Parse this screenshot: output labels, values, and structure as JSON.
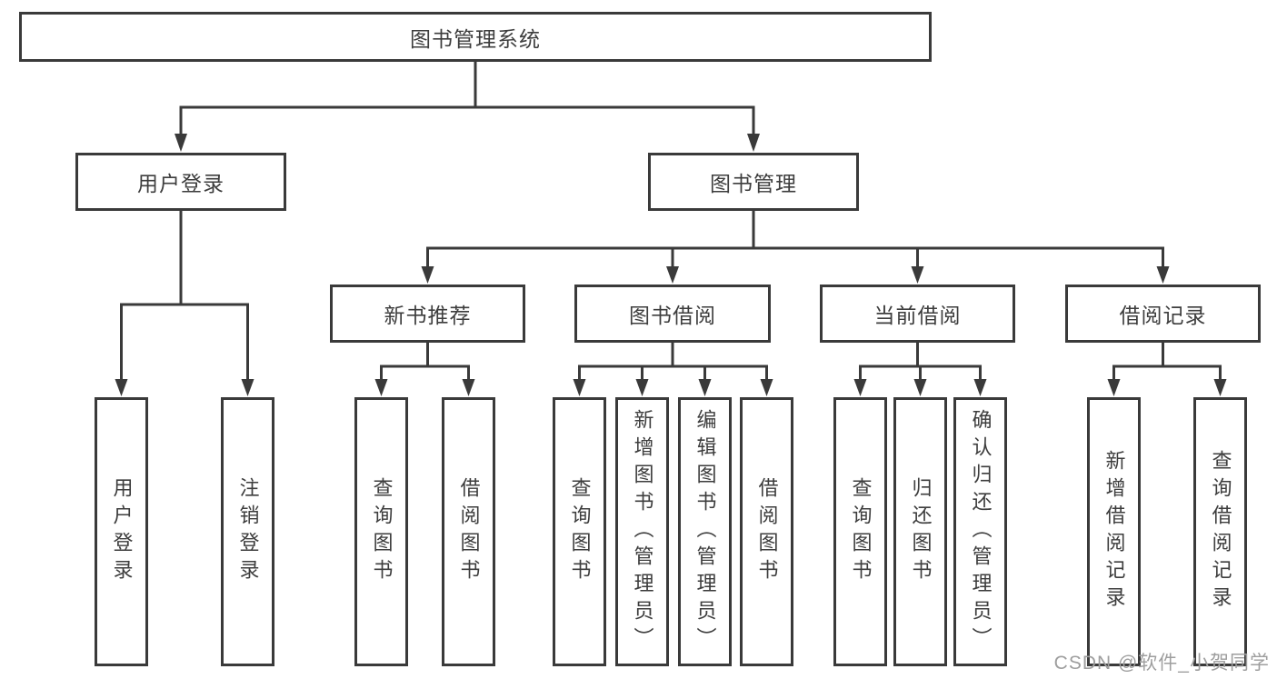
{
  "diagram": {
    "title_node": "图书管理系统",
    "tree": {
      "root": "图书管理系统",
      "login": "用户登录",
      "manage": "图书管理",
      "modules": [
        "新书推荐",
        "图书借阅",
        "当前借阅",
        "借阅记录"
      ],
      "login_children": [
        "用户登录",
        "注销登录"
      ],
      "recommend_children": [
        "查询图书",
        "借阅图书"
      ],
      "borrow_children": [
        "查询图书",
        "新增图书（管理员）",
        "编辑图书（管理员）",
        "借阅图书"
      ],
      "current_children": [
        "查询图书",
        "归还图书",
        "确认归还（管理员）"
      ],
      "record_children": [
        "新增借阅记录",
        "查询借阅记录"
      ]
    }
  },
  "watermark": {
    "text": "CSDN @软件_小贺同学",
    "color": "#9e9e9e"
  },
  "colors": {
    "line": "#3a3a3a",
    "border": "#3a3a3a",
    "text": "#3d3d3d",
    "background": "#ffffff"
  }
}
